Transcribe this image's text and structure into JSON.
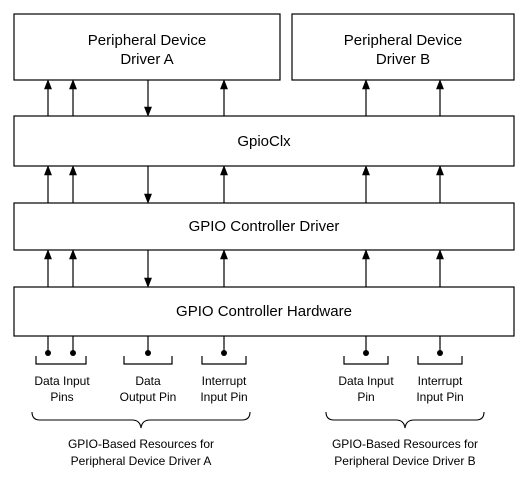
{
  "boxes": {
    "driver_a": {
      "line1": "Peripheral Device",
      "line2": "Driver A"
    },
    "driver_b": {
      "line1": "Peripheral Device",
      "line2": "Driver B"
    },
    "gpioclx": "GpioClx",
    "controller_driver": "GPIO Controller Driver",
    "controller_hardware": "GPIO Controller Hardware"
  },
  "pins": {
    "data_input_pins": {
      "line1": "Data Input",
      "line2": "Pins"
    },
    "data_output_pin": {
      "line1": "Data",
      "line2": "Output Pin"
    },
    "interrupt_input_pin_a": {
      "line1": "Interrupt",
      "line2": "Input Pin"
    },
    "data_input_pin_b": {
      "line1": "Data Input",
      "line2": "Pin"
    },
    "interrupt_input_pin_b": {
      "line1": "Interrupt",
      "line2": "Input Pin"
    }
  },
  "groups": {
    "resources_a": {
      "line1": "GPIO-Based Resources for",
      "line2": "Peripheral Device Driver A"
    },
    "resources_b": {
      "line1": "GPIO-Based Resources for",
      "line2": "Peripheral Device Driver B"
    }
  }
}
